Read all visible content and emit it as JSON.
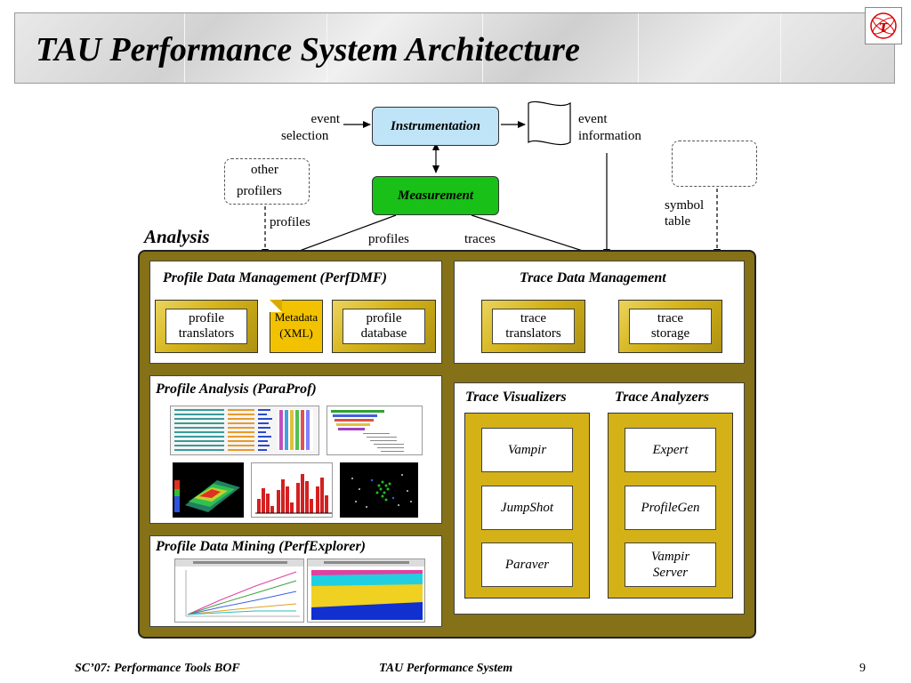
{
  "slide": {
    "title": "TAU Performance System Architecture",
    "number": "9",
    "footer_left": "SC’07: Performance Tools BOF",
    "footer_center": "TAU Performance System",
    "logo_icon": "tau-logo-icon"
  },
  "diagram": {
    "instrumentation": "Instrumentation",
    "measurement": "Measurement",
    "event_selection_1": "event",
    "event_selection_2": "selection",
    "event_information_1": "event",
    "event_information_2": "information",
    "other_profilers_1": "other",
    "other_profilers_2": "profilers",
    "profiles_side": "profiles",
    "profiles_edge": "profiles",
    "traces_edge": "traces",
    "symbol_table_1": "symbol",
    "symbol_table_2": "table",
    "analysis": "Analysis",
    "profile_data_management": {
      "title": "Profile Data Management (PerfDMF)",
      "profile_translators_1": "profile",
      "profile_translators_2": "translators",
      "metadata_1": "Metadata",
      "metadata_2": "(XML)",
      "profile_database_1": "profile",
      "profile_database_2": "database"
    },
    "trace_data_management": {
      "title": "Trace Data Management",
      "trace_translators_1": "trace",
      "trace_translators_2": "translators",
      "trace_storage_1": "trace",
      "trace_storage_2": "storage"
    },
    "profile_analysis": {
      "title": "Profile Analysis (ParaProf)"
    },
    "profile_data_mining": {
      "title": "Profile Data Mining (PerfExplorer)"
    },
    "trace_visualizers": {
      "title": "Trace Visualizers",
      "tools": [
        "Vampir",
        "JumpShot",
        "Paraver"
      ]
    },
    "trace_analyzers": {
      "title": "Trace Analyzers",
      "tools": [
        "Expert",
        "ProfileGen",
        "Vampir",
        "Server"
      ]
    }
  },
  "colors": {
    "instrumentation_fill": "#bfe3f7",
    "measurement_fill": "#18c018",
    "analysis_frame": "#857118",
    "component_gold": "#d4b217",
    "metadata_fill": "#f2c200"
  }
}
